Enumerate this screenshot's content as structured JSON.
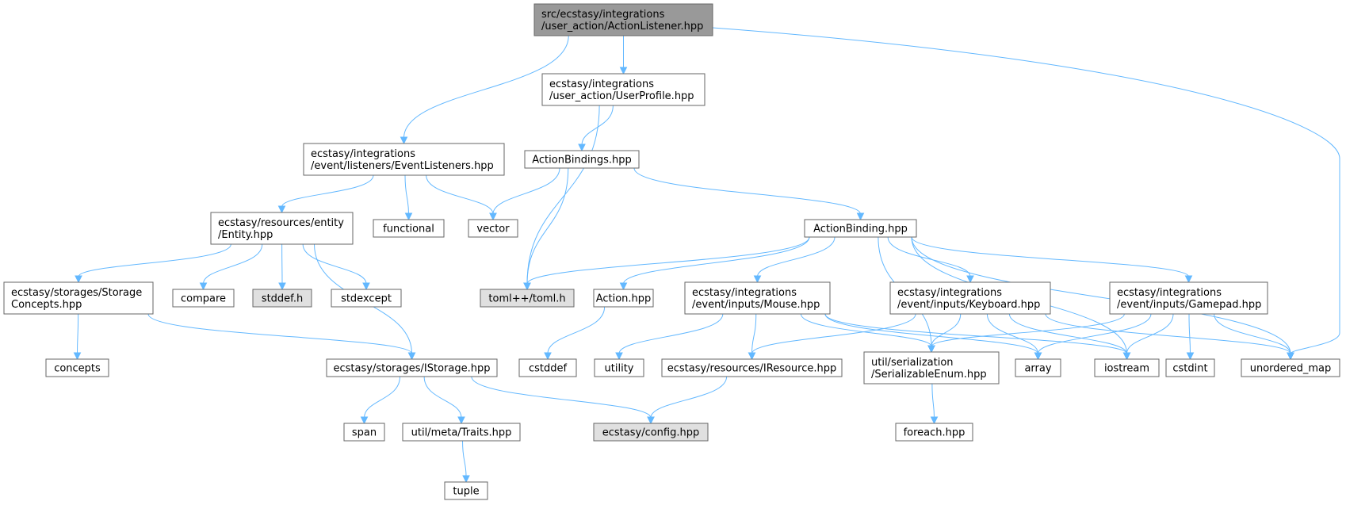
{
  "colors": {
    "edge": "#63b8ff",
    "node_border": "#666666",
    "root_fill": "#999999",
    "external_fill": "#e0e0e0",
    "node_fill": "#ffffff"
  },
  "nodes": [
    {
      "id": "root",
      "lines": [
        "src/ecstasy/integrations",
        "/user_action/ActionListener.hpp"
      ],
      "style": "root"
    },
    {
      "id": "userprofile",
      "lines": [
        "ecstasy/integrations",
        "/user_action/UserProfile.hpp"
      ],
      "style": "normal"
    },
    {
      "id": "eventlisteners",
      "lines": [
        "ecstasy/integrations",
        "/event/listeners/EventListeners.hpp"
      ],
      "style": "normal"
    },
    {
      "id": "actionbindings",
      "lines": [
        "ActionBindings.hpp"
      ],
      "style": "normal"
    },
    {
      "id": "entity",
      "lines": [
        "ecstasy/resources/entity",
        "/Entity.hpp"
      ],
      "style": "normal"
    },
    {
      "id": "functional",
      "lines": [
        "functional"
      ],
      "style": "normal"
    },
    {
      "id": "vector",
      "lines": [
        "vector"
      ],
      "style": "normal"
    },
    {
      "id": "actionbinding",
      "lines": [
        "ActionBinding.hpp"
      ],
      "style": "normal"
    },
    {
      "id": "storageconcepts",
      "lines": [
        "ecstasy/storages/Storage",
        "Concepts.hpp"
      ],
      "style": "normal"
    },
    {
      "id": "compare",
      "lines": [
        "compare"
      ],
      "style": "normal"
    },
    {
      "id": "stddef",
      "lines": [
        "stddef.h"
      ],
      "style": "external"
    },
    {
      "id": "stdexcept",
      "lines": [
        "stdexcept"
      ],
      "style": "normal"
    },
    {
      "id": "toml",
      "lines": [
        "toml++/toml.h"
      ],
      "style": "external"
    },
    {
      "id": "action",
      "lines": [
        "Action.hpp"
      ],
      "style": "normal"
    },
    {
      "id": "mouse",
      "lines": [
        "ecstasy/integrations",
        "/event/inputs/Mouse.hpp"
      ],
      "style": "normal"
    },
    {
      "id": "keyboard",
      "lines": [
        "ecstasy/integrations",
        "/event/inputs/Keyboard.hpp"
      ],
      "style": "normal"
    },
    {
      "id": "gamepad",
      "lines": [
        "ecstasy/integrations",
        "/event/inputs/Gamepad.hpp"
      ],
      "style": "normal"
    },
    {
      "id": "concepts",
      "lines": [
        "concepts"
      ],
      "style": "normal"
    },
    {
      "id": "istorage",
      "lines": [
        "ecstasy/storages/IStorage.hpp"
      ],
      "style": "normal"
    },
    {
      "id": "cstddef",
      "lines": [
        "cstddef"
      ],
      "style": "normal"
    },
    {
      "id": "utility",
      "lines": [
        "utility"
      ],
      "style": "normal"
    },
    {
      "id": "iresource",
      "lines": [
        "ecstasy/resources/IResource.hpp"
      ],
      "style": "normal"
    },
    {
      "id": "serializableenum",
      "lines": [
        "util/serialization",
        "/SerializableEnum.hpp"
      ],
      "style": "normal"
    },
    {
      "id": "array",
      "lines": [
        "array"
      ],
      "style": "normal"
    },
    {
      "id": "iostream",
      "lines": [
        "iostream"
      ],
      "style": "normal"
    },
    {
      "id": "cstdint",
      "lines": [
        "cstdint"
      ],
      "style": "normal"
    },
    {
      "id": "unordered_map",
      "lines": [
        "unordered_map"
      ],
      "style": "normal"
    },
    {
      "id": "span",
      "lines": [
        "span"
      ],
      "style": "normal"
    },
    {
      "id": "traits",
      "lines": [
        "util/meta/Traits.hpp"
      ],
      "style": "normal"
    },
    {
      "id": "config",
      "lines": [
        "ecstasy/config.hpp"
      ],
      "style": "external"
    },
    {
      "id": "foreach",
      "lines": [
        "foreach.hpp"
      ],
      "style": "normal"
    },
    {
      "id": "tuple",
      "lines": [
        "tuple"
      ],
      "style": "normal"
    }
  ],
  "edges": [
    [
      "root",
      "eventlisteners"
    ],
    [
      "root",
      "userprofile"
    ],
    [
      "root",
      "unordered_map"
    ],
    [
      "userprofile",
      "actionbindings"
    ],
    [
      "userprofile",
      "toml"
    ],
    [
      "eventlisteners",
      "entity"
    ],
    [
      "eventlisteners",
      "functional"
    ],
    [
      "eventlisteners",
      "vector"
    ],
    [
      "actionbindings",
      "vector"
    ],
    [
      "actionbindings",
      "toml"
    ],
    [
      "actionbindings",
      "actionbinding"
    ],
    [
      "entity",
      "storageconcepts"
    ],
    [
      "entity",
      "compare"
    ],
    [
      "entity",
      "stddef"
    ],
    [
      "entity",
      "stdexcept"
    ],
    [
      "entity",
      "istorage"
    ],
    [
      "actionbinding",
      "toml"
    ],
    [
      "actionbinding",
      "action"
    ],
    [
      "actionbinding",
      "mouse"
    ],
    [
      "actionbinding",
      "serializableenum"
    ],
    [
      "actionbinding",
      "keyboard"
    ],
    [
      "actionbinding",
      "gamepad"
    ],
    [
      "actionbinding",
      "iostream"
    ],
    [
      "actionbinding",
      "unordered_map"
    ],
    [
      "storageconcepts",
      "concepts"
    ],
    [
      "storageconcepts",
      "istorage"
    ],
    [
      "action",
      "cstddef"
    ],
    [
      "mouse",
      "utility"
    ],
    [
      "mouse",
      "iresource"
    ],
    [
      "mouse",
      "serializableenum"
    ],
    [
      "mouse",
      "array"
    ],
    [
      "mouse",
      "iostream"
    ],
    [
      "keyboard",
      "iresource"
    ],
    [
      "keyboard",
      "serializableenum"
    ],
    [
      "keyboard",
      "array"
    ],
    [
      "keyboard",
      "iostream"
    ],
    [
      "keyboard",
      "unordered_map"
    ],
    [
      "gamepad",
      "serializableenum"
    ],
    [
      "gamepad",
      "array"
    ],
    [
      "gamepad",
      "iostream"
    ],
    [
      "gamepad",
      "cstdint"
    ],
    [
      "gamepad",
      "unordered_map"
    ],
    [
      "istorage",
      "span"
    ],
    [
      "istorage",
      "traits"
    ],
    [
      "istorage",
      "config"
    ],
    [
      "iresource",
      "config"
    ],
    [
      "serializableenum",
      "foreach"
    ],
    [
      "traits",
      "tuple"
    ]
  ]
}
